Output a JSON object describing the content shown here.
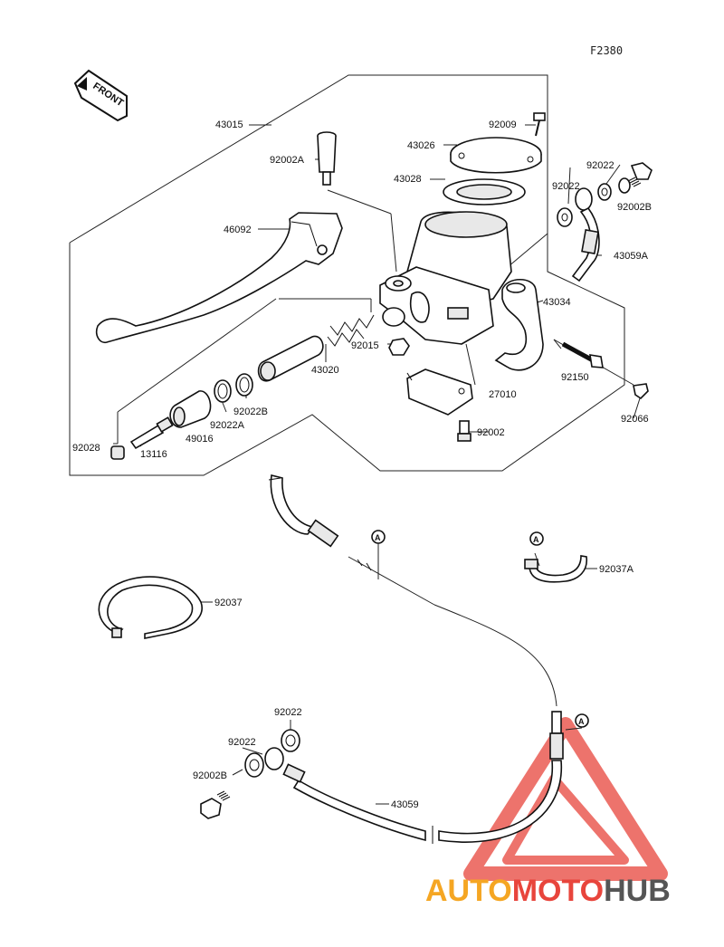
{
  "figure_code": "F2380",
  "front_tag": "FRONT",
  "callout_letter": "A",
  "parts": {
    "p43015": "43015",
    "p92009": "92009",
    "p43026": "43026",
    "p92002A": "92002A",
    "p43028": "43028",
    "p92022_a": "92022",
    "p92022_b": "92022",
    "p92002B_top": "92002B",
    "p46092": "46092",
    "p43059A": "43059A",
    "p43034": "43034",
    "p92015": "92015",
    "p43020": "43020",
    "p92150": "92150",
    "p92022B": "92022B",
    "p27010": "27010",
    "p92022A": "92022A",
    "p92066": "92066",
    "p49016": "49016",
    "p92002": "92002",
    "p92028": "92028",
    "p13116": "13116",
    "p92037A": "92037A",
    "p92037": "92037",
    "p92022_c": "92022",
    "p92022_d": "92022",
    "p92002B_bot": "92002B",
    "p43059": "43059"
  },
  "watermark": {
    "part1": "AUTO",
    "part2": "MOTO",
    "part3": "HUB",
    "color1": "#f5a623",
    "color2": "#e8453c",
    "color3": "#555555",
    "triangle_color": "#e8453c"
  }
}
